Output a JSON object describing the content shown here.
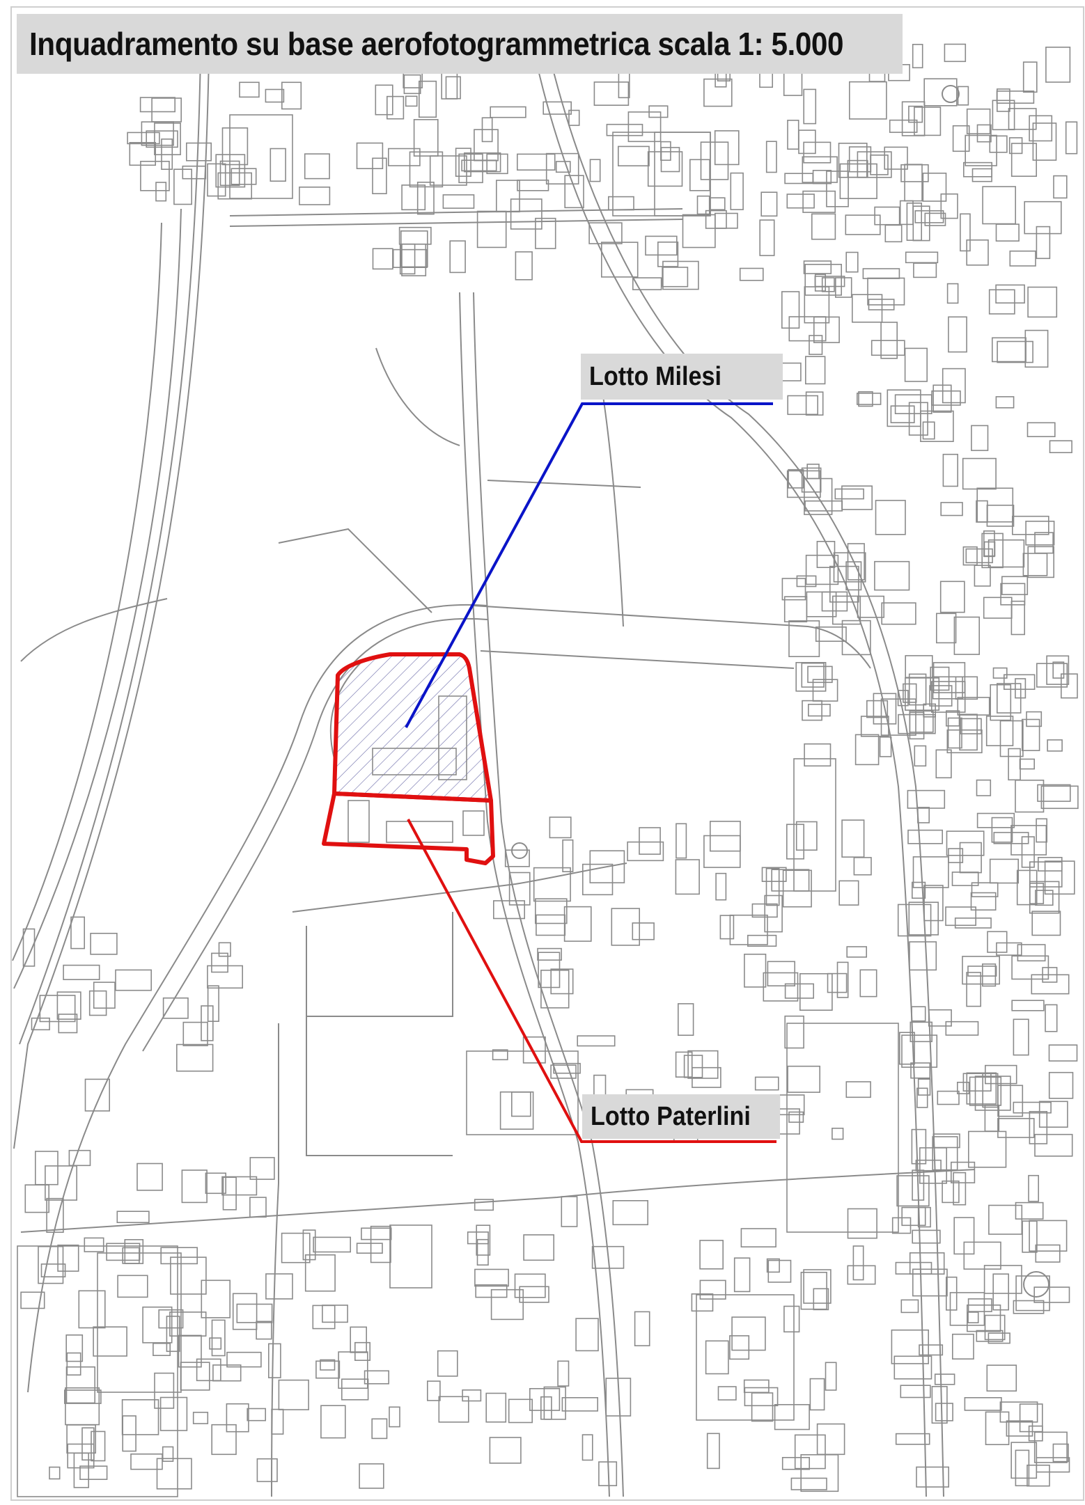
{
  "map": {
    "title": "Inquadramento su base aerofotogrammetrica scala 1: 5.000",
    "labels": {
      "milesi": "Lotto Milesi",
      "paterlini": "Lotto Paterlini"
    },
    "colors": {
      "milesi_leader": "#0a14c8",
      "paterlini_leader": "#e01010",
      "lot_outline": "#e01010",
      "label_bg": "#d9d9d9",
      "basemap_line": "#8a8a8a",
      "background": "#ffffff"
    }
  }
}
